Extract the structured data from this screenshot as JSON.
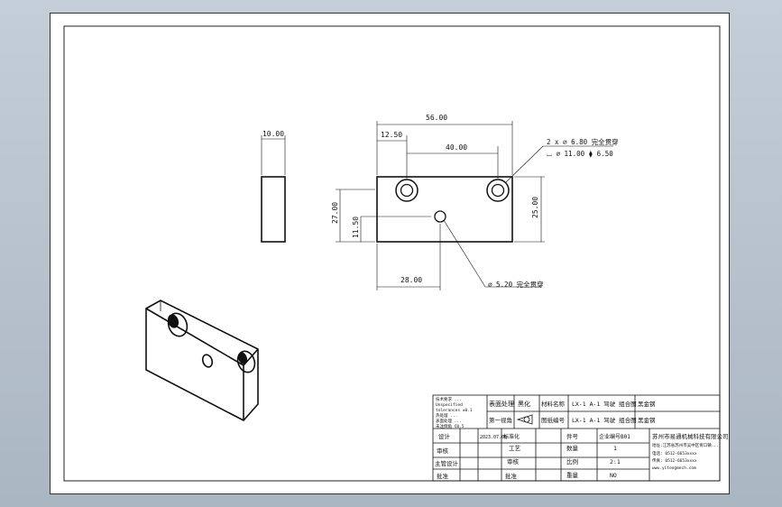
{
  "dims": {
    "thickness": "10.00",
    "overall_length": "56.00",
    "hole_offset": "12.50",
    "hole_pitch": "40.00",
    "overall_height": "25.00",
    "height_27": "27.00",
    "height_11": "11.50",
    "center_x": "28.00"
  },
  "callouts": {
    "cbore_line1": "2 x ⌀ 6.80 完全贯穿",
    "cbore_line2": "⌴ ⌀ 11.00 ⧫ 6.50",
    "center_hole": "⌀ 5.20 完全贯穿"
  },
  "title_block": {
    "notes": [
      "技术要求 ...",
      "Unspecified",
      "tolerances ±0.1",
      "热处理 ...",
      "表面处理 ...",
      "未注倒角 C0.5"
    ],
    "surface_treatment": "表面处理",
    "black": "黑化",
    "projection": "第一视角",
    "material_label": "材料名称",
    "part_name": "LX-1 A-1 驾驶 组合图",
    "material_value": "黑金钢",
    "drawing_no_label": "图纸编号",
    "part_name2": "LX-1 A-1 驾驶 组合图",
    "code": "黑金钢",
    "design": "设计",
    "design_date": "2023.07.06",
    "standard": "标准化",
    "check": "审核",
    "process": "工艺",
    "approve": "批准",
    "mfg_design": "主管设计",
    "count_label": "件号",
    "count_value": "企业编号B01",
    "qty_label": "数量",
    "qty_value": "1",
    "scale_label": "比例",
    "scale_value": "2:1",
    "weight_label": "重量",
    "weight_value": "NO",
    "company": "苏州市易通机械科技有限公司",
    "address": "地址:江苏省苏州市吴中区胥口镇...",
    "tel": "电话: 0512-6653xxxx",
    "fax": "传真: 0512-6653xxxx",
    "web": "www.yitongmech.com"
  }
}
